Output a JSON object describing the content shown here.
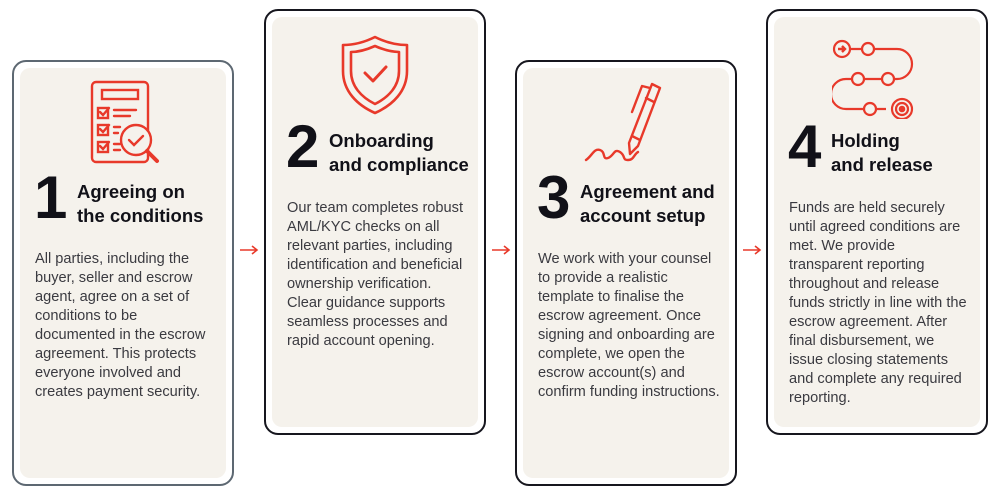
{
  "accent_color": "#e8392a",
  "steps": [
    {
      "number": "1",
      "title_line1": "Agreeing on",
      "title_line2": "the conditions",
      "icon": "checklist-magnifier-icon",
      "body": "All parties, including the buyer, seller and escrow agent, agree on a set of conditions to be documented in the escrow agreement. This protects everyone involved and creates payment security."
    },
    {
      "number": "2",
      "title_line1": "Onboarding",
      "title_line2": "and compliance",
      "icon": "shield-check-icon",
      "body": "Our team completes robust AML/KYC checks on all relevant parties, including identification and beneficial ownership verification. Clear guidance supports seamless processes and rapid account opening."
    },
    {
      "number": "3",
      "title_line1": "Agreement and",
      "title_line2": "account setup",
      "icon": "pen-signature-icon",
      "body": "We work with your counsel to provide a realistic template to finalise the escrow agreement. Once signing and onboarding are complete, we open the escrow account(s) and confirm funding instructions."
    },
    {
      "number": "4",
      "title_line1": "Holding",
      "title_line2": "and release",
      "icon": "process-path-icon",
      "body": "Funds are held securely until agreed conditions are met. We provide transparent reporting throughout and release funds strictly in line with the escrow agreement. After final disbursement, we issue closing statements and complete any required reporting."
    }
  ]
}
